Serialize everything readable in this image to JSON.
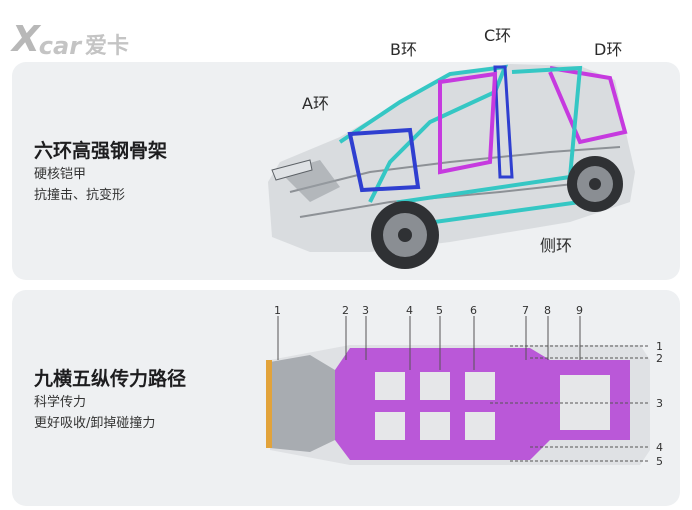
{
  "brand": {
    "logo_x": "X",
    "logo_car": "car",
    "logo_cn": "爱卡"
  },
  "top": {
    "heading": "六环高强钢骨架",
    "sub1": "硬核铠甲",
    "sub2": "抗撞击、抗变形",
    "rings": {
      "a": "A环",
      "b": "B环",
      "c": "C环",
      "d": "D环",
      "side": "侧环"
    }
  },
  "bottom": {
    "heading": "九横五纵传力路径",
    "sub1": "科学传力",
    "sub2": "更好吸收/卸掉碰撞力",
    "cross_numbers": [
      "1",
      "2",
      "3",
      "4",
      "5",
      "6",
      "7",
      "8",
      "9"
    ],
    "long_numbers": [
      "1",
      "2",
      "3",
      "4",
      "5"
    ]
  },
  "colors": {
    "panel": "#eef0f2",
    "ring_cyan": "#35c7c4",
    "ring_blue": "#2f3fd0",
    "ring_magenta": "#c63adf",
    "frame_purple": "#b43fd6"
  }
}
